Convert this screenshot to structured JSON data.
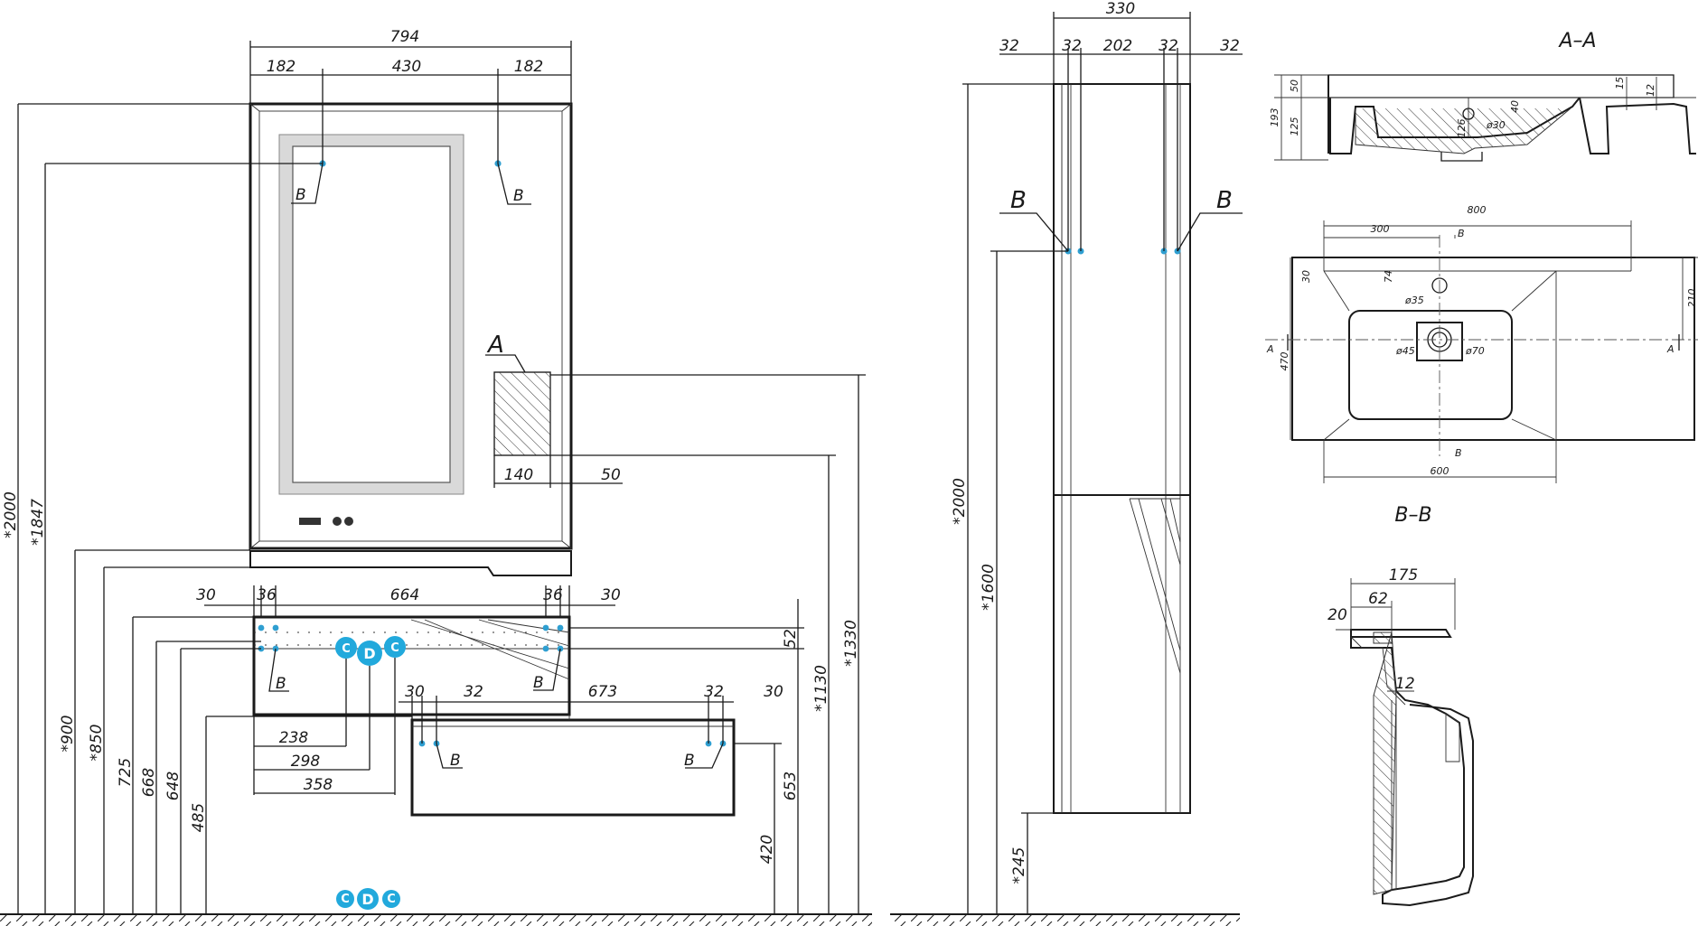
{
  "drawing": {
    "front_view": {
      "width_total": "794",
      "mirror_left": "182",
      "mirror_center": "430",
      "mirror_right": "182",
      "height_total": "*2000",
      "height_1847": "*1847",
      "height_900": "*900",
      "height_850": "*850",
      "height_725": "725",
      "height_668": "668",
      "height_648": "648",
      "height_485": "485",
      "cab_30_left": "30",
      "cab_36_left": "36",
      "cab_664": "664",
      "cab_36_right": "36",
      "cab_30_right": "30",
      "dim_52": "52",
      "dim_1130": "*1130",
      "dim_1330": "*1330",
      "dim_140": "140",
      "dim_50": "50",
      "dim_238": "238",
      "dim_298": "298",
      "dim_358": "358",
      "shelf_30_left": "30",
      "shelf_32_left": "32",
      "shelf_673": "673",
      "shelf_32_right": "32",
      "shelf_30_right": "30",
      "dim_653": "653",
      "dim_420": "420",
      "label_A": "A",
      "label_B": "B",
      "badge_C": "C",
      "badge_D": "D"
    },
    "side_view": {
      "width_330": "330",
      "d32_a": "32",
      "d32_b": "32",
      "d202": "202",
      "d32_c": "32",
      "d32_d": "32",
      "height_2000": "*2000",
      "height_1600": "*1600",
      "height_245": "*245",
      "label_B": "B"
    },
    "section_AA": {
      "title": "A–A",
      "d50": "50",
      "d193": "193",
      "d125": "125",
      "d126": "126",
      "d40": "40",
      "d30": "ø30",
      "d15": "15",
      "d12": "12"
    },
    "plan_view": {
      "d800": "800",
      "d300": "300",
      "d30": "30",
      "d74": "74",
      "d35": "ø35",
      "d210": "210",
      "d470": "470",
      "d45": "ø45",
      "d70": "ø70",
      "d600": "600",
      "label_A": "A",
      "label_B": "B"
    },
    "section_BB": {
      "title": "B–B",
      "d175": "175",
      "d62": "62",
      "d20": "20",
      "d12": "12"
    }
  }
}
